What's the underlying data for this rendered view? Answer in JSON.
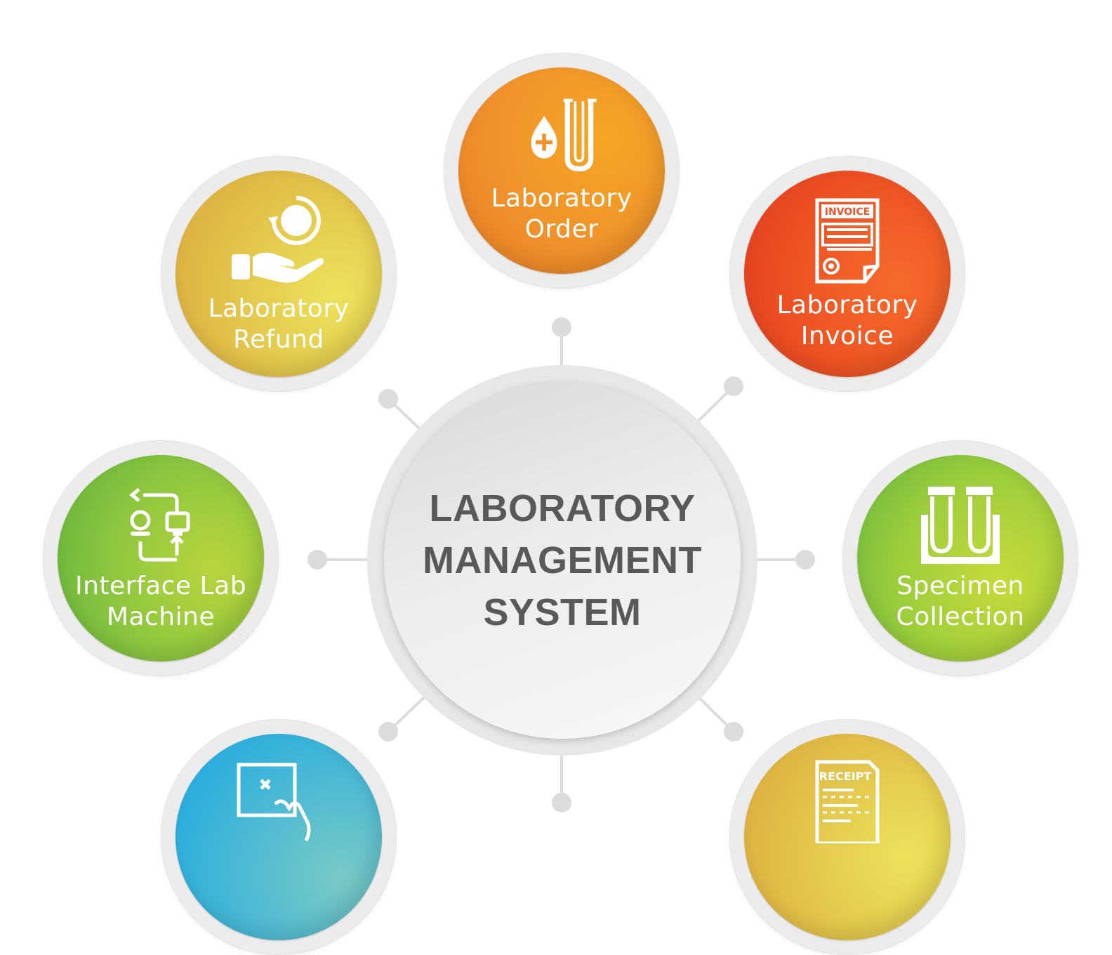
{
  "center": {
    "lines": [
      "LABORATORY",
      "MANAGEMENT",
      "SYSTEM"
    ],
    "text_color": "#58595b"
  },
  "modules": [
    {
      "id": "order",
      "label_lines": [
        "Laboratory",
        "Order"
      ],
      "icon": "blood-drop-test-tube-icon",
      "color": "#f0922c"
    },
    {
      "id": "refund",
      "label_lines": [
        "Laboratory",
        "Refund"
      ],
      "icon": "hand-coin-refund-icon",
      "color": "#e2c24a"
    },
    {
      "id": "invoice",
      "label_lines": [
        "Laboratory",
        "Invoice"
      ],
      "icon": "invoice-document-icon",
      "color": "#ee5324",
      "icon_text": "INVOICE"
    },
    {
      "id": "interface",
      "label_lines": [
        "Interface Lab",
        "Machine"
      ],
      "icon": "machine-interface-sync-icon",
      "color": "#8cc63f"
    },
    {
      "id": "specimen",
      "label_lines": [
        "Specimen",
        "Collection"
      ],
      "icon": "test-tubes-rack-icon",
      "color": "#9ccd3c"
    },
    {
      "id": "cancel",
      "label_lines": [],
      "icon": "cancel-touch-icon",
      "color": "#42b6d7"
    },
    {
      "id": "receipt",
      "label_lines": [],
      "icon": "receipt-document-icon",
      "color": "#e2c24a",
      "icon_text": "RECEIPT"
    }
  ],
  "colors": {
    "connector": "#dcdcdc",
    "ring": "#ececec",
    "background": "#ffffff"
  }
}
